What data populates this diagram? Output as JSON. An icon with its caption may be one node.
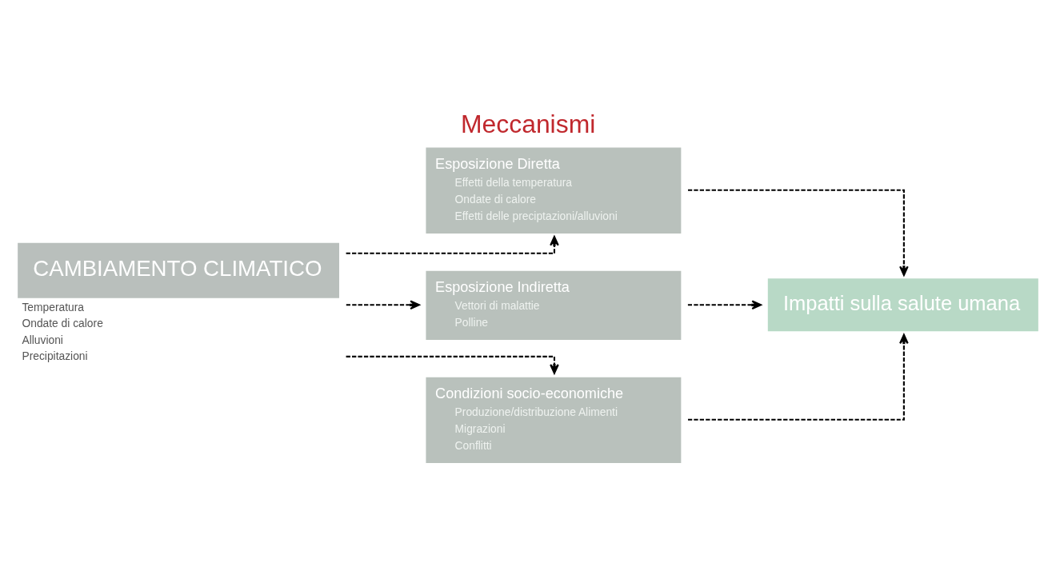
{
  "diagram": {
    "title": "Meccanismi",
    "nodes": [
      {
        "text": [
          "CAMBIAMENTO CLIMATICO"
        ],
        "beside": [
          "Temperatura",
          "Ondate di calore",
          "Alluvioni",
          "Precipitazioni"
        ]
      },
      {
        "text": [
          "Esposizione Diretta",
          "Effetti della temperatura",
          "Ondate di calore",
          "Effetti delle preciptazioni/alluvioni"
        ]
      },
      {
        "text": [
          "Esposizione Indiretta",
          "Vettori di malattie",
          "Polline"
        ]
      },
      {
        "text": [
          "Condizioni socio-economiche",
          "Produzione/distribuzione Alimenti",
          "Migrazioni",
          "Conflitti"
        ]
      },
      {
        "text": [
          "Impatti sulla salute umana"
        ]
      }
    ],
    "edges": [
      {
        "from": 0,
        "to": 1,
        "arrow": "to",
        "style": "dashed"
      },
      {
        "from": 0,
        "to": 2,
        "arrow": "to",
        "style": "dashed"
      },
      {
        "from": 0,
        "to": 3,
        "arrow": "to",
        "style": "dashed"
      },
      {
        "from": 1,
        "to": 4,
        "arrow": "to",
        "style": "dashed"
      },
      {
        "from": 2,
        "to": 4,
        "arrow": "to",
        "style": "dashed"
      },
      {
        "from": 3,
        "to": 4,
        "arrow": "to",
        "style": "dashed"
      }
    ]
  }
}
